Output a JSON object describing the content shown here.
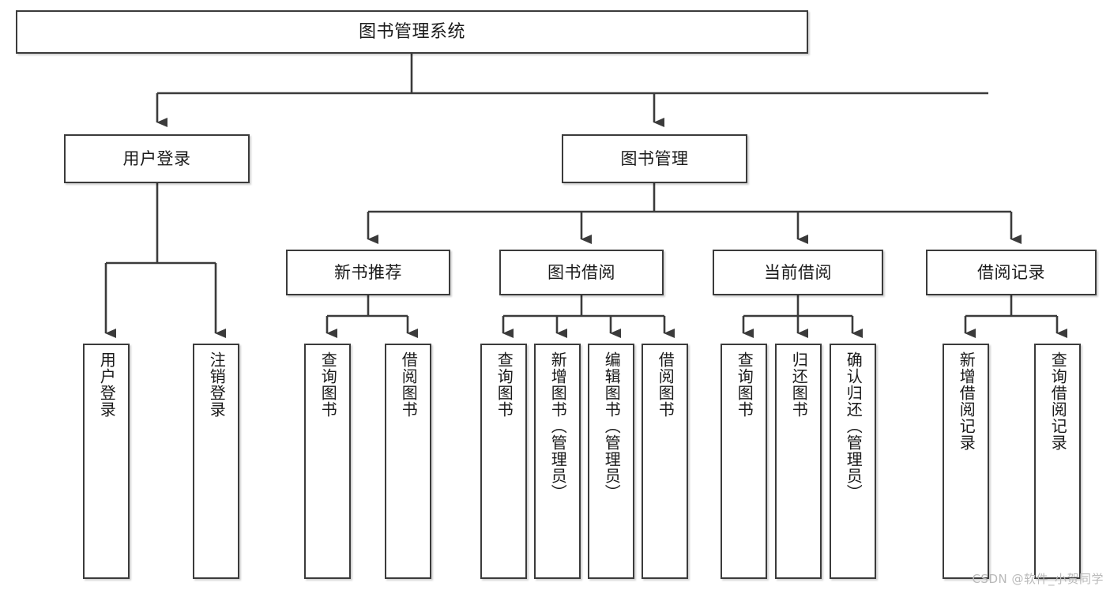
{
  "diagram": {
    "title": "图书管理系统",
    "type": "tree",
    "colors": {
      "border": "#3b3b3b",
      "fill": "#ffffff",
      "line": "#3b3b3b",
      "text": "#1a1a1a",
      "watermark": "#b9b9b9"
    },
    "nodes": {
      "root": {
        "label": "图书管理系统"
      },
      "level1": [
        {
          "label": "用户登录"
        },
        {
          "label": "图书管理"
        }
      ],
      "level2": [
        {
          "label": "新书推荐"
        },
        {
          "label": "图书借阅"
        },
        {
          "label": "当前借阅"
        },
        {
          "label": "借阅记录"
        }
      ],
      "leaves": {
        "user_login": [
          {
            "label": "用户登录"
          },
          {
            "label": "注销登录"
          }
        ],
        "new_book": [
          {
            "label": "查询图书"
          },
          {
            "label": "借阅图书"
          }
        ],
        "book_borrow": [
          {
            "label": "查询图书"
          },
          {
            "label": "新增图书（管理员）"
          },
          {
            "label": "编辑图书（管理员）"
          },
          {
            "label": "借阅图书"
          }
        ],
        "current_borrow": [
          {
            "label": "查询图书"
          },
          {
            "label": "归还图书"
          },
          {
            "label": "确认归还（管理员）"
          }
        ],
        "borrow_record": [
          {
            "label": "新增借阅记录"
          },
          {
            "label": "查询借阅记录"
          }
        ]
      }
    },
    "watermark": "CSDN @软件_小贺同学"
  }
}
